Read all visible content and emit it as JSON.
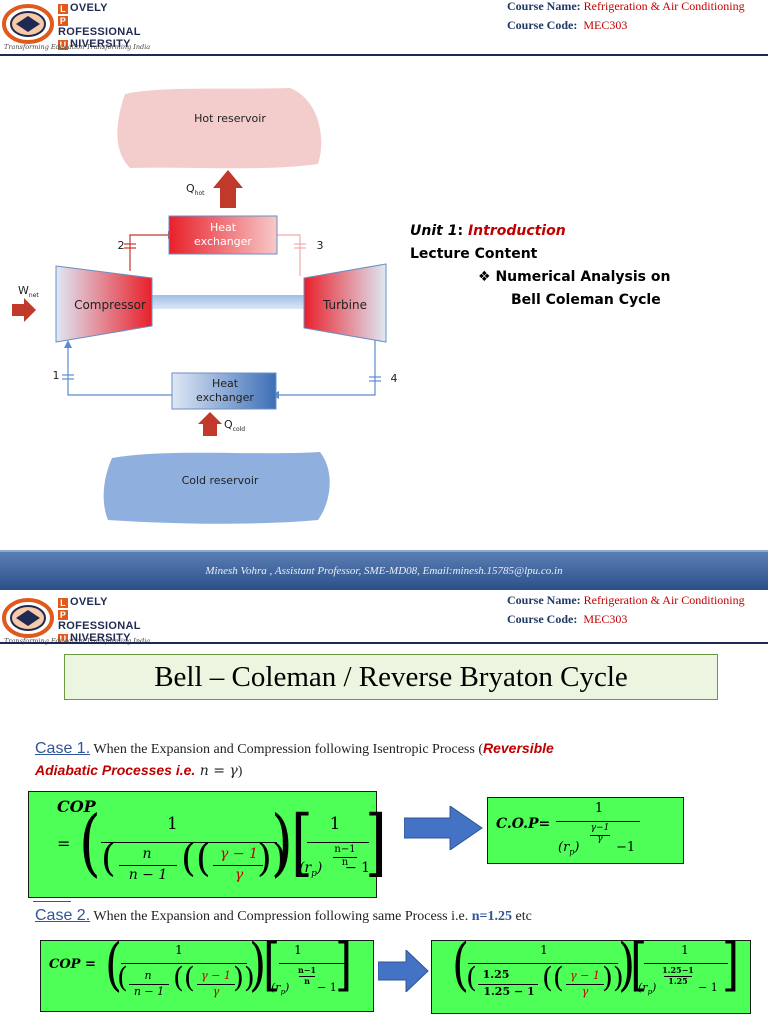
{
  "header": {
    "logo": {
      "line1": "OVELY",
      "line2": "ROFESSIONAL",
      "line3": "NIVERSITY",
      "cap1": "L",
      "cap2": "P",
      "cap3": "U",
      "tagline": "Transforming Education Transforming India"
    },
    "course_name_label": "Course Name:",
    "course_name_value": "Refrigeration & Air Conditioning",
    "course_code_label": "Course Code:",
    "course_code_value": "MEC303"
  },
  "diagram": {
    "hot_reservoir": "Hot reservoir",
    "cold_reservoir": "Cold reservoir",
    "q_hot_main": "Q",
    "q_hot_sub": "hot",
    "q_cold_main": "Q",
    "q_cold_sub": "cold",
    "w_net_main": "W",
    "w_net_sub": "net",
    "heat_exchanger_top": "Heat exchanger",
    "heat_exchanger_bottom": "Heat exchanger",
    "compressor": "Compressor",
    "turbine": "Turbine",
    "point_1": "1",
    "point_2": "2",
    "point_3": "3",
    "point_4": "4"
  },
  "unit_info": {
    "unit_label": "Unit 1",
    "unit_sep": ": ",
    "unit_topic": "Introduction",
    "lecture_content": "Lecture Content",
    "bullet_glyph": "❖",
    "bullet_line1": "Numerical Analysis on",
    "bullet_line2": "Bell Coleman Cycle"
  },
  "footer": {
    "text": "Minesh Vohra , Assistant Professor, SME-MD08, Email:minesh.15785@lpu.co.in"
  },
  "slide2": {
    "title": "Bell – Coleman / Reverse Bryaton Cycle",
    "case1_label": "Case 1.",
    "case1_text": " When the Expansion and Compression following Isentropic Process (",
    "case1_red1": "Reversible",
    "case1_red2": "Adiabatic Processes i.e.",
    "case1_eq": " n = γ",
    "case1_close": ")",
    "case2_label": "Case 2.",
    "case2_text": " When the Expansion and Compression following same Process i.e. ",
    "case2_n": "n=1.25",
    "case2_etc": " etc",
    "formula": {
      "cop": "COP",
      "equals": "=",
      "one": "1",
      "n": "n",
      "n_minus_1": "n − 1",
      "gamma_minus_1": "γ − 1",
      "gamma": "γ",
      "rp": "(r",
      "rp_sub": "p",
      "rp_close": ")",
      "exp_num": "n−1",
      "exp_den": "n",
      "minus_one": "− 1",
      "short_cop": "C.O.P=",
      "short_exp_num": "γ−1",
      "short_exp_den": "γ",
      "short_minus": "−1",
      "val_125": "1.25",
      "val_125m1": "1.25 − 1",
      "exp_125_num": "1.25−1",
      "exp_125_den": "1.25"
    }
  },
  "colors": {
    "accent_red": "#c00000",
    "accent_blue": "#2e5597",
    "formula_green": "#4dff56",
    "title_green": "#ebf5df",
    "footer_blue": "#2b4f87"
  }
}
